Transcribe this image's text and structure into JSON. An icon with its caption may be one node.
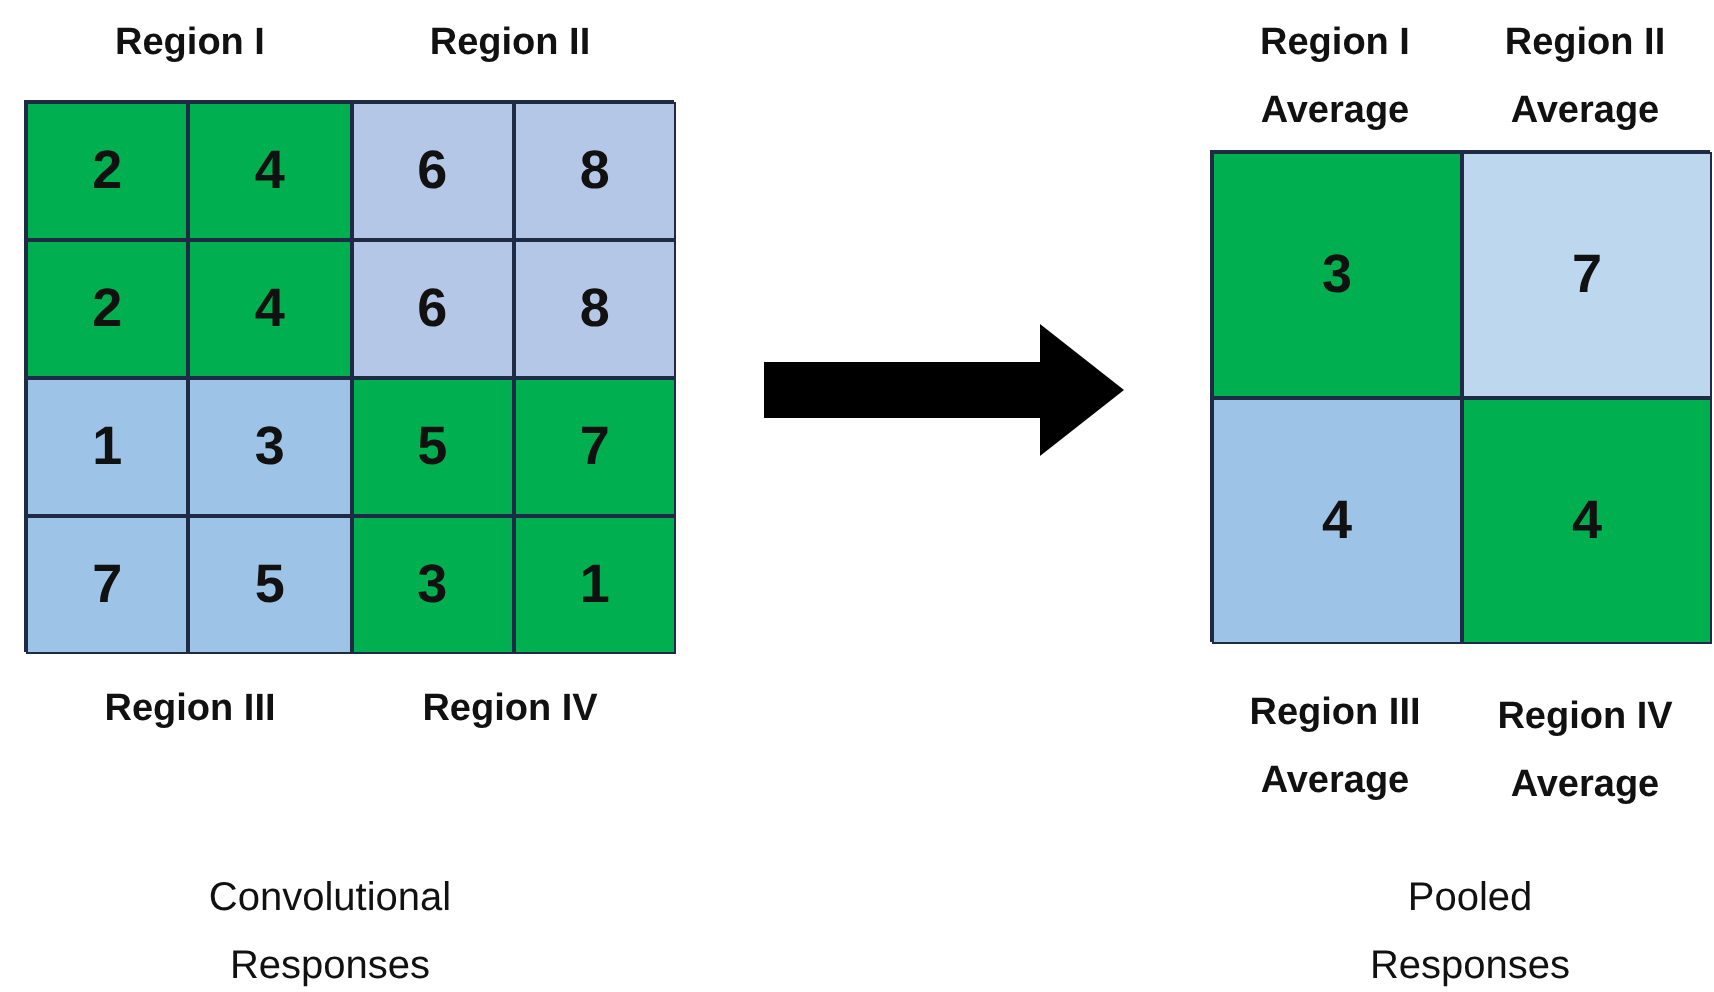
{
  "diagram": {
    "nodes": [
      {
        "text": [],
        "shape": "box"
      },
      {
        "text": [
          "2"
        ],
        "in": 0
      },
      {
        "text": [
          "4"
        ],
        "in": 0
      },
      {
        "text": [
          "6"
        ],
        "in": 0
      },
      {
        "text": [
          "8"
        ],
        "in": 0
      },
      {
        "text": [
          "2"
        ],
        "in": 0
      },
      {
        "text": [
          "4"
        ],
        "in": 0
      },
      {
        "text": [
          "6"
        ],
        "in": 0
      },
      {
        "text": [
          "8"
        ],
        "in": 0
      },
      {
        "text": [
          "1"
        ],
        "in": 0
      },
      {
        "text": [
          "3"
        ],
        "in": 0
      },
      {
        "text": [
          "5"
        ],
        "in": 0
      },
      {
        "text": [
          "7"
        ],
        "in": 0
      },
      {
        "text": [
          "7"
        ],
        "in": 0
      },
      {
        "text": [
          "5"
        ],
        "in": 0
      },
      {
        "text": [
          "3"
        ],
        "in": 0
      },
      {
        "text": [
          "1"
        ],
        "in": 0
      },
      {
        "text": [],
        "shape": "box"
      },
      {
        "text": [
          "3"
        ],
        "in": 17
      },
      {
        "text": [
          "7"
        ],
        "in": 17
      },
      {
        "text": [
          "4"
        ],
        "in": 17
      },
      {
        "text": [
          "4"
        ],
        "in": 17
      }
    ],
    "edges": [
      {
        "from": 0,
        "to": 17,
        "arrow": "to"
      }
    ],
    "labels": [
      "Region I",
      "Region II",
      "Region I Average",
      "Region II Average",
      "Region III",
      "Region IV",
      "Region III Average",
      "Region IV Average",
      "Convolutional Responses",
      "Pooled Responses"
    ]
  }
}
